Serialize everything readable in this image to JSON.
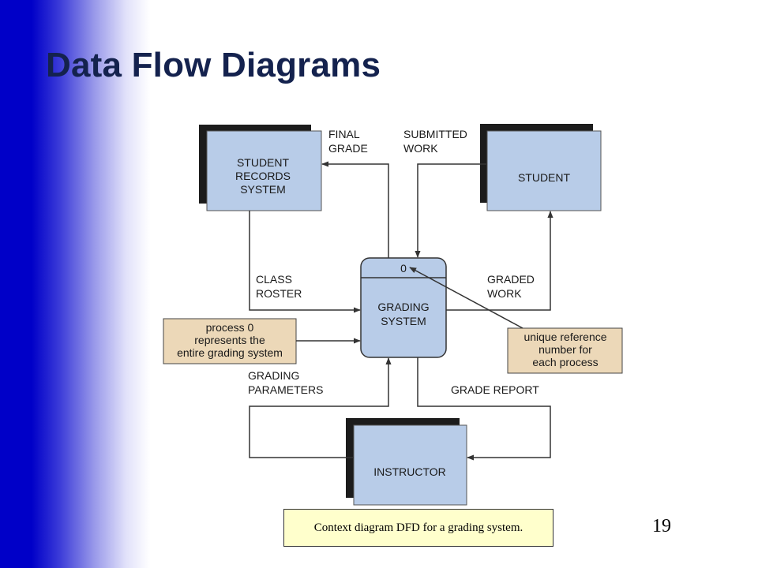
{
  "slide": {
    "title": "Data Flow Diagrams",
    "page_number": "19",
    "caption": "Context diagram DFD for a grading system."
  },
  "diagram": {
    "entities": {
      "student_records": [
        "STUDENT",
        "RECORDS",
        "SYSTEM"
      ],
      "student": [
        "STUDENT"
      ],
      "instructor": [
        "INSTRUCTOR"
      ]
    },
    "process": {
      "number": "0",
      "name": [
        "GRADING",
        "SYSTEM"
      ]
    },
    "flows": {
      "final_grade": [
        "FINAL",
        "GRADE"
      ],
      "submitted_work": [
        "SUBMITTED",
        "WORK"
      ],
      "class_roster": [
        "CLASS",
        "ROSTER"
      ],
      "graded_work": [
        "GRADED",
        "WORK"
      ],
      "grading_parameters": [
        "GRADING",
        "PARAMETERS"
      ],
      "grade_report": [
        "GRADE REPORT"
      ]
    },
    "annotations": {
      "process_zero": [
        "process 0",
        "represents the",
        "entire grading system"
      ],
      "reference_number": [
        "unique reference",
        "number for",
        "each process"
      ]
    },
    "colors": {
      "entity_fill": "#b8cce8",
      "shadow": "#1c1c1c",
      "annotation_fill": "#ecd8b8",
      "line": "#333333",
      "title": "#14224e"
    }
  }
}
